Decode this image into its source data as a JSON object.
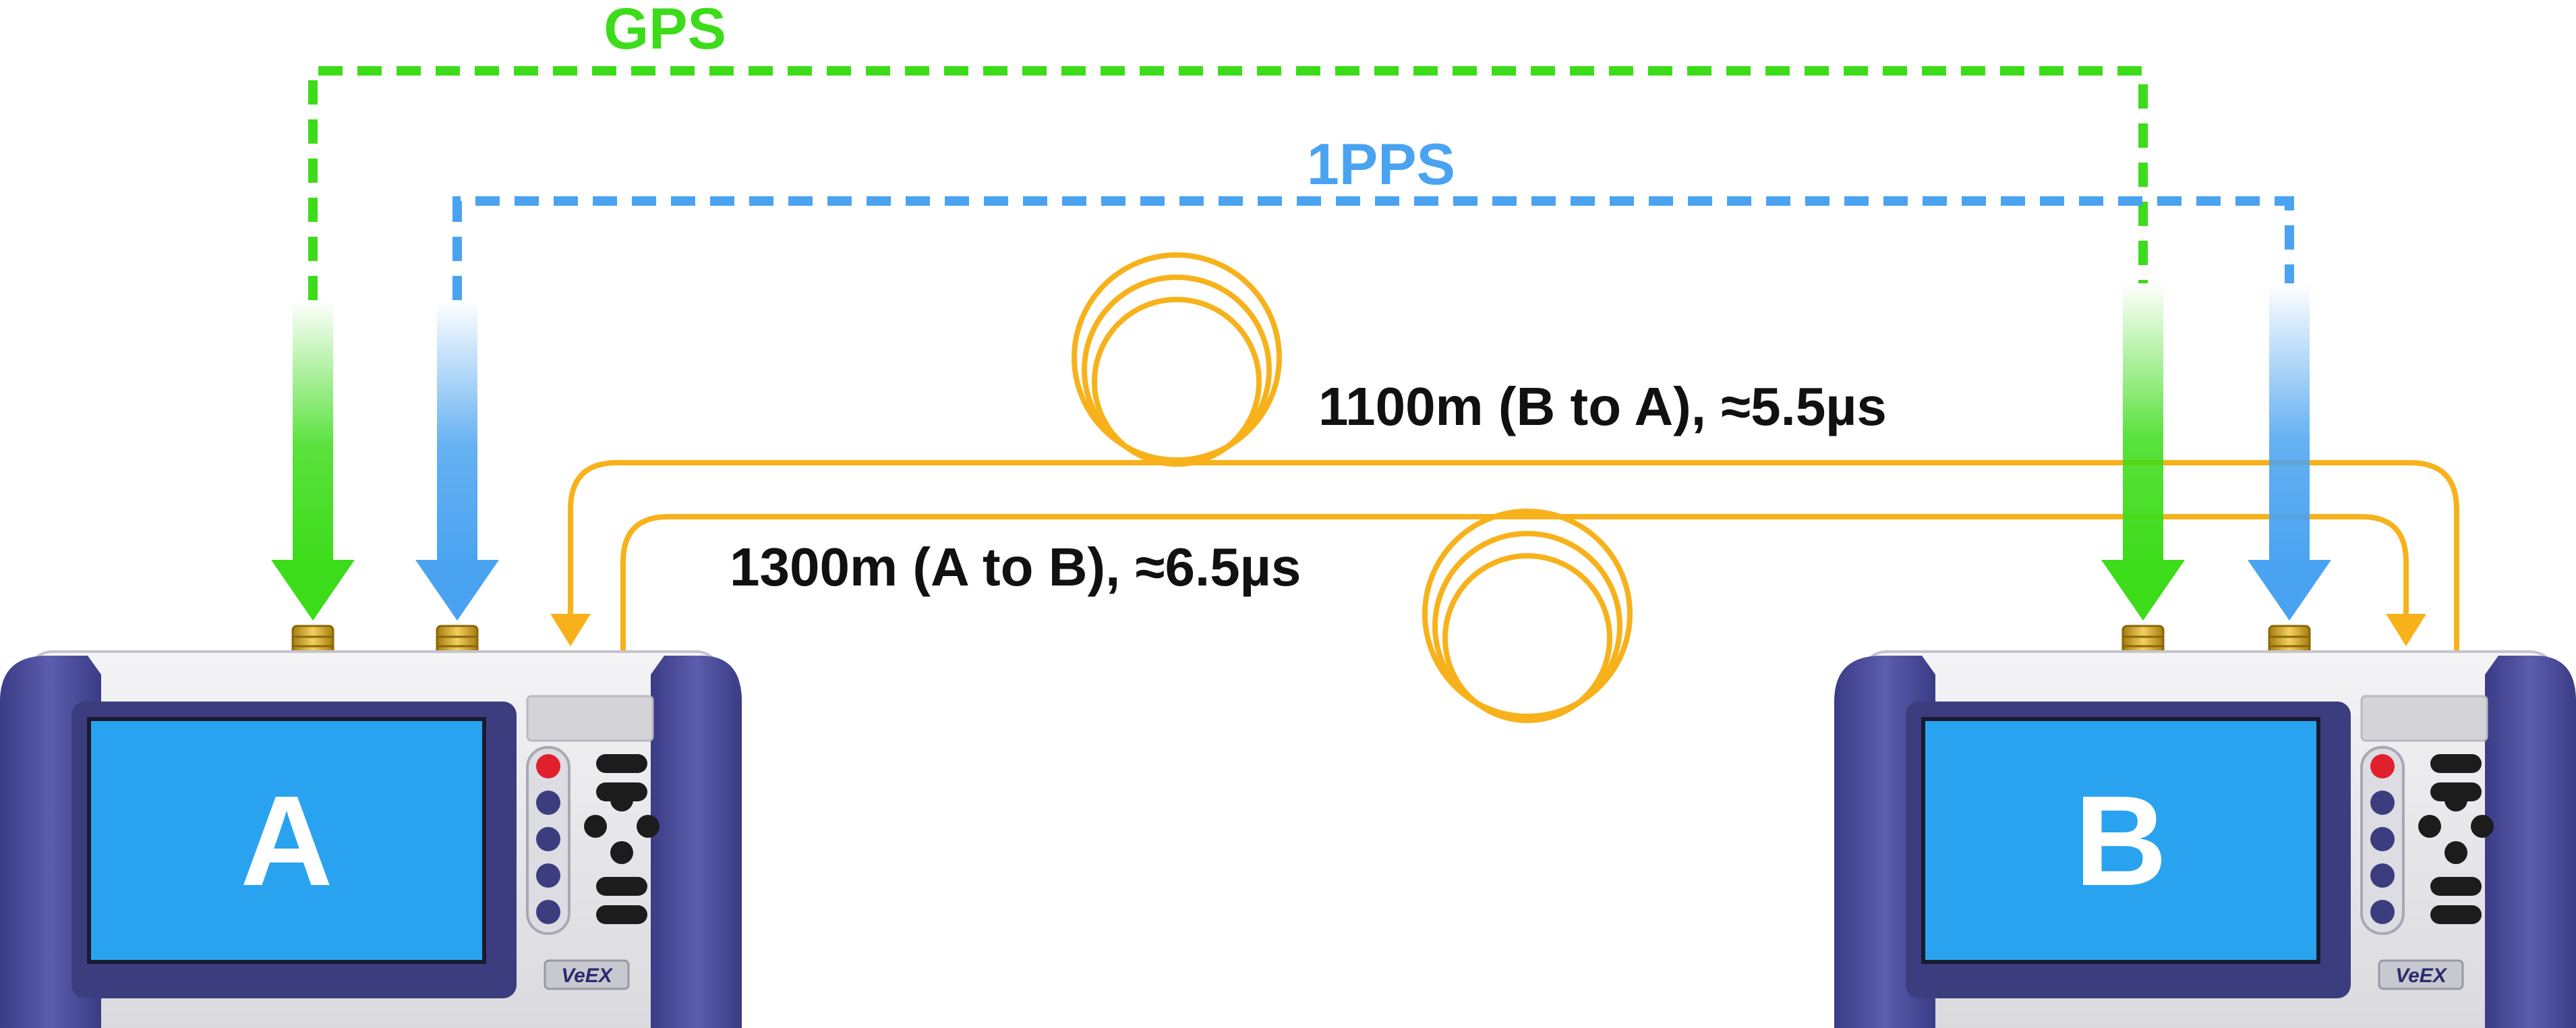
{
  "signals": {
    "gps": "GPS",
    "pps": "1PPS"
  },
  "fibers": {
    "b_to_a": "1100m (B to A), ≈5.5µs",
    "a_to_b": "1300m (A to B), ≈6.5µs"
  },
  "devices": {
    "a": {
      "screen_label": "A",
      "brand": "VeEX"
    },
    "b": {
      "screen_label": "B",
      "brand": "VeEX"
    }
  },
  "colors": {
    "gps": "#3ddc1a",
    "pps": "#4aa3f0",
    "fiber": "#f7b21b",
    "device_body": "#4d4f9e",
    "device_panel": "#e6e6ea",
    "screen": "#29a3f0",
    "screen_bezel": "#3b3d7e",
    "red_button": "#e0202c",
    "connector": "#d4a62a"
  },
  "icons": {
    "device": "handheld-tester-icon",
    "connector": "sma-connector-icon",
    "fiber_spool": "fiber-spool-icon"
  }
}
